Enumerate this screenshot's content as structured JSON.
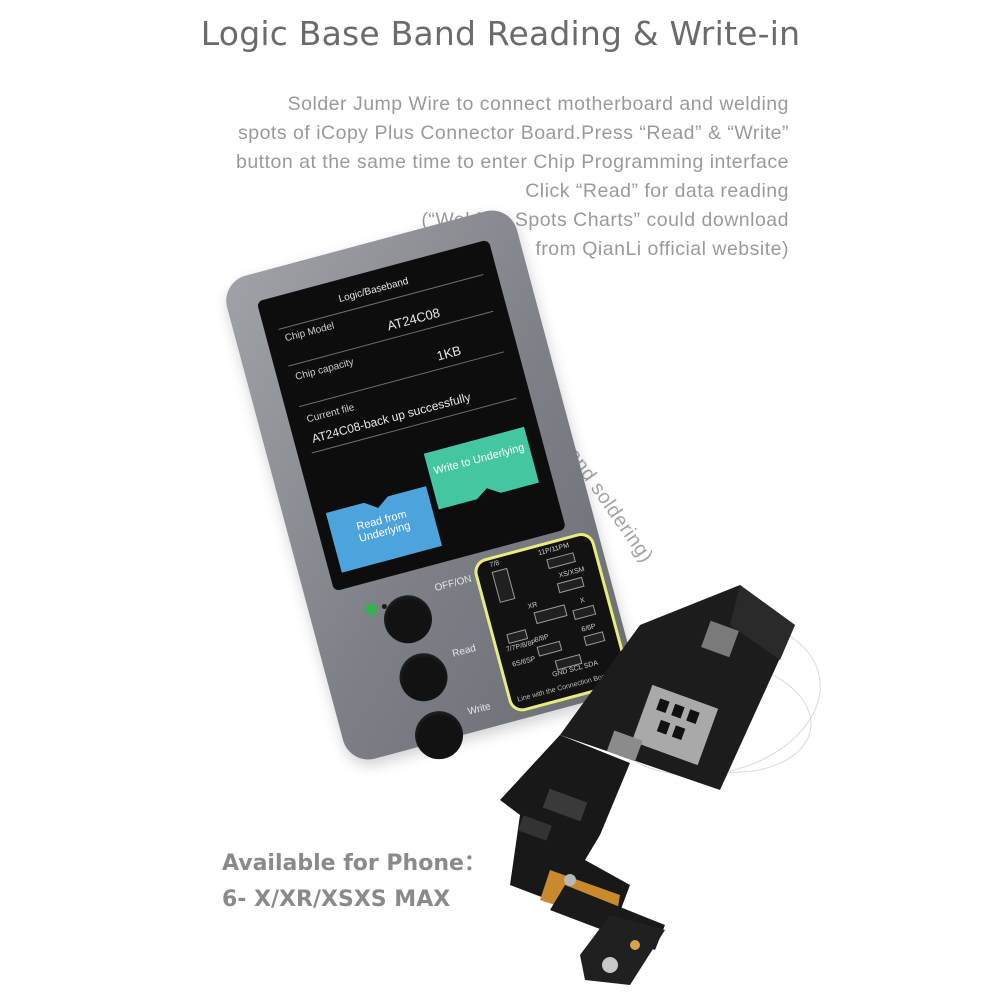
{
  "header": {
    "title": "Logic Base Band Reading & Write-in"
  },
  "description": {
    "lines": [
      "Solder Jump Wire to connect motherboard and welding",
      "spots of iCopy Plus Connector Board.Press “Read” & “Write”",
      "button at the same time to enter Chip Programming interface",
      "Click “Read” for data reading",
      "(“Welding Spots Charts”  could download",
      "from QianLi official website)"
    ],
    "side_note": "(Able to take apart and soldering)"
  },
  "device": {
    "screen": {
      "mode": "Logic/Baseband",
      "chip_model_label": "Chip Model",
      "chip_model_value": "AT24C08",
      "chip_capacity_label": "Chip capacity",
      "chip_capacity_value": "1KB",
      "current_file_label": "Current file",
      "current_file_value": "AT24C08-back up successfully",
      "read_button": "Read from Underlying",
      "write_button": "Write to Underlying"
    },
    "buttons": {
      "power_label": "OFF/ON",
      "read_label": "Read",
      "write_label": "Write"
    },
    "connector": {
      "labels": [
        "7/8",
        "11P/11PM",
        "XS/XSM",
        "XR",
        "X",
        "7/7P/8/8P",
        "8/8P",
        "6/6P",
        "6S/6SP",
        "GND SCL SDA"
      ],
      "footer": "Line with the Connection Board"
    }
  },
  "availability": {
    "heading": "Available for Phone：",
    "models": "6- X/XR/XSXS MAX"
  },
  "colors": {
    "title_text": "#6b6b6b",
    "body_text": "#9a9a9a",
    "read_button": "#4da3dc",
    "write_button": "#44c7a0",
    "led": "#2fb54a",
    "connector_border": "#e7ec7c"
  }
}
